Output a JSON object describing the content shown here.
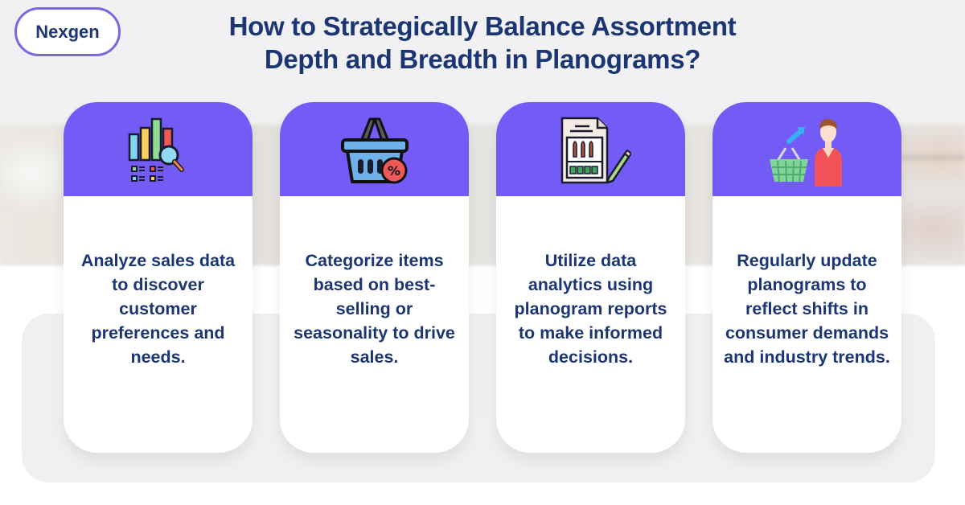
{
  "brand": {
    "logo_text": "Nexgen"
  },
  "header": {
    "title_line1": "How to Strategically Balance Assortment",
    "title_line2": "Depth and Breadth in Planograms?"
  },
  "theme": {
    "accent": "#735cf6",
    "text_navy": "#1b3672",
    "logo_border": "#7b66e3",
    "panel_gray": "#f0f0f1"
  },
  "cards": [
    {
      "icon": "sales-chart-magnifier-icon",
      "text": "Analyze sales data to discover customer preferences and needs."
    },
    {
      "icon": "shopping-basket-discount-icon",
      "text": "Categorize items based on best-selling or seasonality to drive sales."
    },
    {
      "icon": "planogram-report-pencil-icon",
      "text": "Utilize data analytics using planogram reports to make informed decisions."
    },
    {
      "icon": "customer-basket-trend-icon",
      "text": "Regularly update planograms to reflect shifts in consumer demands and industry trends."
    }
  ]
}
